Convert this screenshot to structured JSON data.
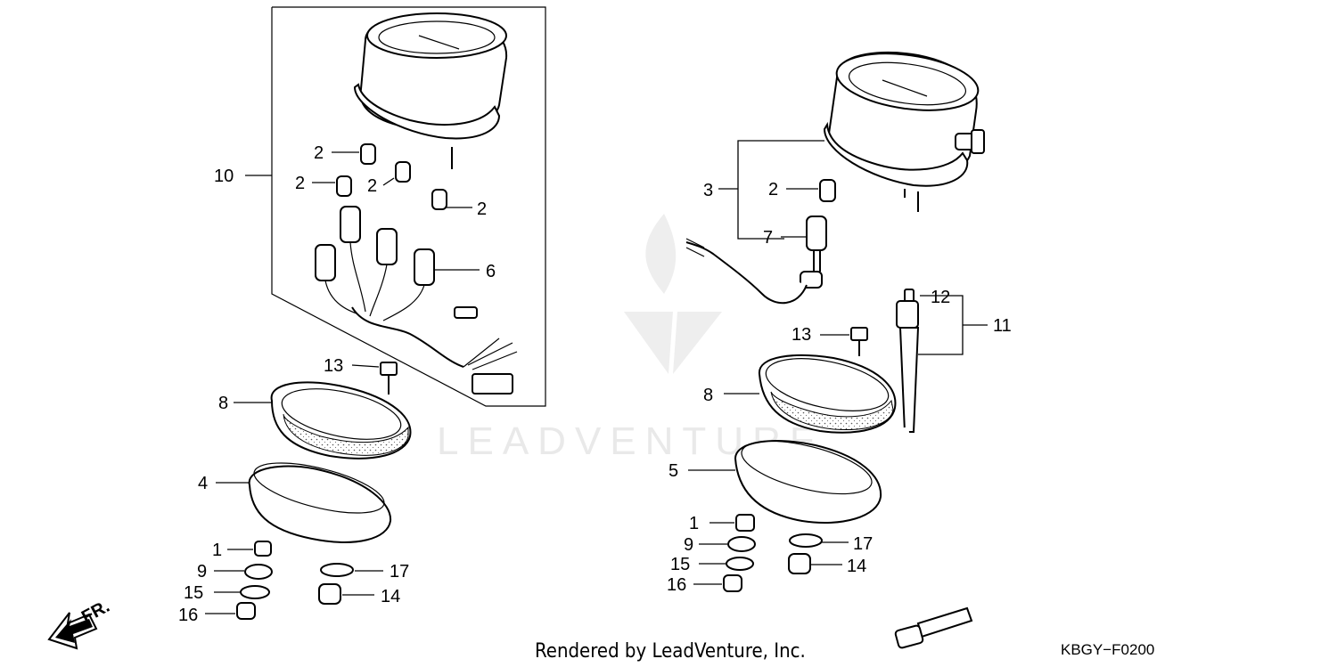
{
  "watermark": {
    "text": "LEADVENTURE"
  },
  "labels": {
    "left": {
      "l10": "10",
      "l2a": "2",
      "l2b": "2",
      "l2c": "2",
      "l2d": "2",
      "l6": "6",
      "l13": "13",
      "l8": "8",
      "l4": "4",
      "l1": "1",
      "l9": "9",
      "l15": "15",
      "l16": "16",
      "l17": "17",
      "l14": "14"
    },
    "right": {
      "r3": "3",
      "r2": "2",
      "r7": "7",
      "r12": "12",
      "r11": "11",
      "r13": "13",
      "r8": "8",
      "r5": "5",
      "r1": "1",
      "r9": "9",
      "r15": "15",
      "r16": "16",
      "r17": "17",
      "r14": "14"
    }
  },
  "direction": {
    "text": "FR."
  },
  "footer": {
    "rendered_by": "Rendered by LeadVenture, Inc.",
    "diagram_code": "KBGY−F0200"
  }
}
